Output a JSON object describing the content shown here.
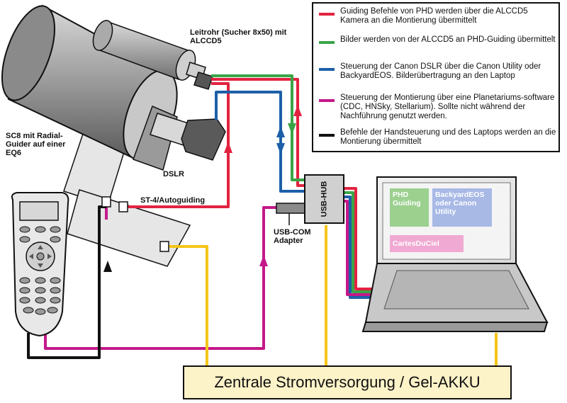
{
  "legend": {
    "items": [
      {
        "color": "#e2233f",
        "text": "Guiding Befehle von PHD werden über die ALCCD5 Kamera an die Montierung übermittelt"
      },
      {
        "color": "#3aa547",
        "text": "Bilder werden von der ALCCD5 an PHD-Guiding übermittelt"
      },
      {
        "color": "#1d5fa8",
        "text": "Steuerung der Canon DSLR über die Canon Utility oder BackyardEOS. Bilderübertragung an den Laptop"
      },
      {
        "color": "#c4188a",
        "text": "Steuerung der Montierung über eine Planetariums-software (CDC, HNSky, Stellarium). Sollte nicht während der Nachführung genutzt werden."
      },
      {
        "color": "#111111",
        "text": "Befehle der Handsteuerung und des Laptops werden an die Montierung übermittelt"
      }
    ]
  },
  "labels": {
    "guide_scope": "Leitrohr (Sucher 8x50) mit ALCCD5",
    "telescope": "SC8 mit Radial-Guider auf einer EQ6",
    "dslr": "DSLR",
    "st4": "ST-4/Autoguiding",
    "usb_hub": "USB-HUB",
    "usb_com": "USB-COM Adapter"
  },
  "laptop_apps": {
    "phd": "PHD Guiding",
    "backyard": "BackyardEOS oder Canon Utility",
    "cdc": "CartesDuCiel"
  },
  "power": "Zentrale Stromversorgung / Gel-AKKU",
  "colors": {
    "red": "#e2233f",
    "green": "#3aa547",
    "blue": "#1d5fa8",
    "magenta": "#c4188a",
    "black": "#111111",
    "yellow": "#f5c518"
  }
}
